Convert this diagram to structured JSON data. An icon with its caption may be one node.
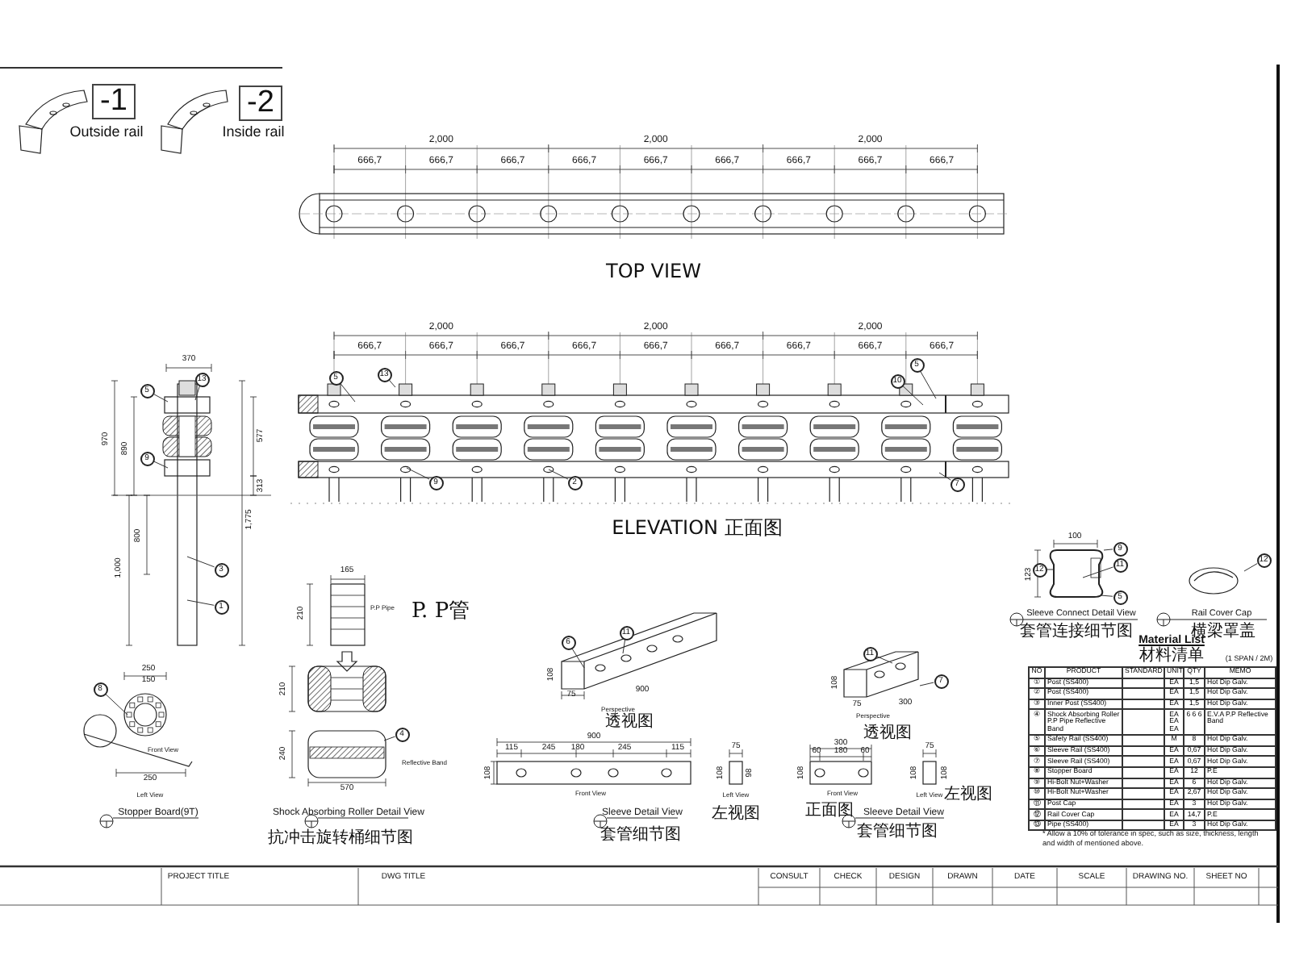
{
  "diagram": {
    "nodes": [
      {
        "text": [
          "-1"
        ],
        "beside": [
          "Outside rail"
        ]
      },
      {
        "text": [
          "-2"
        ],
        "beside": [
          "Inside rail"
        ]
      },
      {
        "text": [
          "5"
        ]
      },
      {
        "text": [
          "13"
        ]
      },
      {
        "text": [
          "10"
        ]
      },
      {
        "text": [
          "5"
        ]
      },
      {
        "text": [
          "9"
        ]
      },
      {
        "text": [
          "2"
        ]
      },
      {
        "text": [
          "7"
        ]
      },
      {
        "text": [
          "5"
        ]
      },
      {
        "text": [
          "13"
        ]
      },
      {
        "text": [
          "9"
        ]
      },
      {
        "text": [
          "3"
        ]
      },
      {
        "text": [
          "1"
        ]
      },
      {
        "text": [
          "12"
        ]
      },
      {
        "text": [
          "9"
        ]
      },
      {
        "text": [
          "11"
        ]
      },
      {
        "text": [
          "5"
        ]
      },
      {
        "text": [
          "12"
        ]
      },
      {
        "text": [
          "6"
        ]
      },
      {
        "text": [
          "11"
        ]
      },
      {
        "text": [
          "11"
        ]
      },
      {
        "text": [
          "7"
        ]
      },
      {
        "text": [
          "8"
        ]
      },
      {
        "text": [
          "4"
        ]
      }
    ],
    "edges": [
      {
        "from": 2,
        "to": null,
        "arrow": "none"
      },
      {
        "from": 3,
        "to": null,
        "arrow": "none"
      },
      {
        "from": 4,
        "to": null,
        "arrow": "none"
      },
      {
        "from": 5,
        "to": null,
        "arrow": "none"
      },
      {
        "from": 6,
        "to": null,
        "arrow": "none"
      },
      {
        "from": 7,
        "to": null,
        "arrow": "none"
      },
      {
        "from": 8,
        "to": null,
        "arrow": "none"
      },
      {
        "from": 9,
        "to": null,
        "arrow": "none"
      },
      {
        "from": 10,
        "to": null,
        "arrow": "none"
      },
      {
        "from": 11,
        "to": null,
        "arrow": "none"
      },
      {
        "from": 12,
        "to": null,
        "arrow": "none"
      },
      {
        "from": 13,
        "to": null,
        "arrow": "none"
      },
      {
        "from": 14,
        "to": null,
        "arrow": "none"
      },
      {
        "from": 15,
        "to": null,
        "arrow": "none"
      },
      {
        "from": 16,
        "to": null,
        "arrow": "none"
      },
      {
        "from": 17,
        "to": null,
        "arrow": "none"
      },
      {
        "from": 18,
        "to": null,
        "arrow": "none"
      },
      {
        "from": 19,
        "to": null,
        "arrow": "none"
      },
      {
        "from": 20,
        "to": null,
        "arrow": "none"
      },
      {
        "from": 21,
        "to": null,
        "arrow": "none"
      },
      {
        "from": 22,
        "to": null,
        "arrow": "none"
      },
      {
        "from": 23,
        "to": null,
        "arrow": "none"
      },
      {
        "from": 24,
        "to": null,
        "arrow": "none"
      }
    ],
    "labels": [
      "2,000",
      "2,000",
      "2,000",
      "666,7",
      "666,7",
      "666,7",
      "666,7",
      "666,7",
      "666,7",
      "666,7",
      "666,7",
      "666,7",
      "TOP VIEW",
      "2,000",
      "2,000",
      "2,000",
      "666,7",
      "666,7",
      "666,7",
      "666,7",
      "666,7",
      "666,7",
      "666,7",
      "666,7",
      "666,7",
      "370",
      "970",
      "890",
      "577",
      "313",
      "1,000",
      "800",
      "1,775",
      "ELEVATION 正面图",
      "165",
      "210",
      "P.P Pipe",
      "P. P管",
      "210",
      "240",
      "Reflective Band",
      "570",
      "Shock Absorbing Roller Detail View",
      "抗冲击旋转桶细节图",
      "250",
      "150",
      "Front View",
      "250",
      "Left View",
      "Stopper Board(9T)",
      "108",
      "75",
      "900",
      "Perspective",
      "透视图",
      "900",
      "115",
      "245",
      "180",
      "245",
      "115",
      "108",
      "Front View",
      "75",
      "108",
      "98",
      "Left View",
      "左视图",
      "Sleeve Detail View",
      "套管细节图",
      "108",
      "75",
      "300",
      "Perspective",
      "透视图",
      "300",
      "60",
      "180",
      "60",
      "108",
      "Front View",
      "75",
      "108",
      "108",
      "Left View",
      "左视图",
      "正面图",
      "Sleeve Detail View",
      "套管细节图",
      "100",
      "123",
      "Sleeve Connect Detail View",
      "套管连接细节图",
      "Rail Cover Cap",
      "横梁罩盖",
      "Material List",
      "材料清单",
      "(1 SPAN / 2M)",
      "NO",
      "PRODUCT",
      "STANDARD",
      "UNIT",
      "QTY",
      "MEMO",
      "①",
      "Post (SS400)",
      "EA",
      "1,5",
      "Hot Dip Galv.",
      "②",
      "Post (SS400)",
      "EA",
      "1,5",
      "Hot Dip Galv.",
      "③",
      "Inner Post (SS400)",
      "EA",
      "1,5",
      "Hot Dip Galv.",
      "④",
      "Shock Absorbing Roller P.P Pipe Reflective Band",
      "EA EA EA",
      "6 6 6",
      "E.V.A P.P Reflective Band",
      "⑤",
      "Safety Rail (SS400)",
      "M",
      "8",
      "Hot Dip Galv.",
      "⑥",
      "Sleeve Rail (SS400)",
      "EA",
      "0,67",
      "Hot Dip Galv.",
      "⑦",
      "Sleeve Rail (SS400)",
      "EA",
      "0,67",
      "Hot Dip Galv.",
      "⑧",
      "Stopper Board",
      "EA",
      "12",
      "P.E",
      "⑨",
      "Hi-Bolt Nut+Washer",
      "EA",
      "6",
      "Hot Dip Galv.",
      "⑩",
      "Hi-Bolt Nut+Washer",
      "EA",
      "2,67",
      "Hot Dip Galv.",
      "⑪",
      "Post Cap",
      "EA",
      "3",
      "Hot Dip Galv.",
      "⑫",
      "Rail Cover Cap",
      "EA",
      "14,7",
      "P.E",
      "⑬",
      "Pipe (SS400)",
      "EA",
      "3",
      "Hot Dip Galv.",
      "* Allow a 10% of tolerance in spec, such as size, thickness, length and width of mentioned above.",
      "PROJECT TITLE",
      "DWG TITLE",
      "CONSULT",
      "CHECK",
      "DESIGN",
      "DRAWN",
      "DATE",
      "SCALE",
      "DRAWING NO.",
      "SHEET NO"
    ]
  }
}
